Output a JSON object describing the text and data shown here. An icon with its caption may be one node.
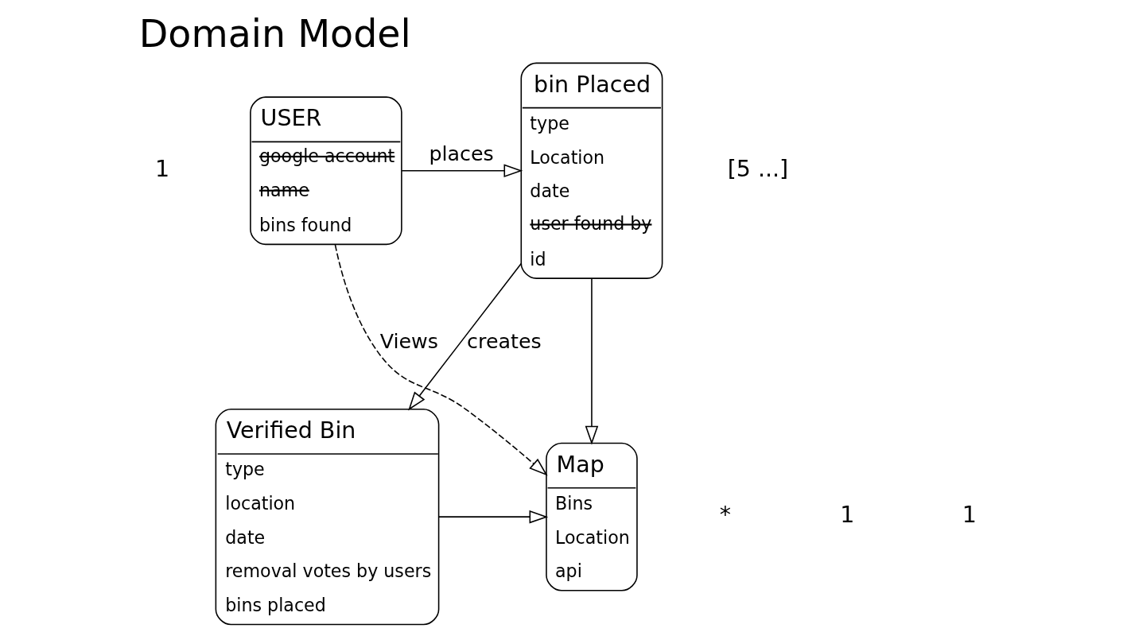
{
  "diagram": {
    "title": "Domain Model",
    "nodes": [
      {
        "text": [
          "USER",
          "google account",
          "name",
          "bins found"
        ]
      },
      {
        "text": [
          "bin Placed",
          "type",
          "Location",
          "date",
          "user found by",
          "id"
        ]
      },
      {
        "text": [
          "Verified Bin",
          "type",
          "location",
          "date",
          "removal votes by users",
          "bins placed"
        ]
      },
      {
        "text": [
          "Map",
          "Bins",
          "Location",
          "api"
        ]
      }
    ],
    "edges": [
      {
        "from": 0,
        "to": 1,
        "arrow": "to",
        "label": "places"
      },
      {
        "from": 1,
        "to": 2,
        "arrow": "to",
        "label": "creates"
      },
      {
        "from": 1,
        "to": 3,
        "arrow": "to"
      },
      {
        "from": 2,
        "to": 3,
        "arrow": "to"
      },
      {
        "from": 0,
        "to": 3,
        "arrow": "to",
        "label": "Views",
        "style": "dashed"
      }
    ],
    "labels": [
      "1",
      "[5 ...]",
      "*",
      "1",
      "1"
    ]
  }
}
